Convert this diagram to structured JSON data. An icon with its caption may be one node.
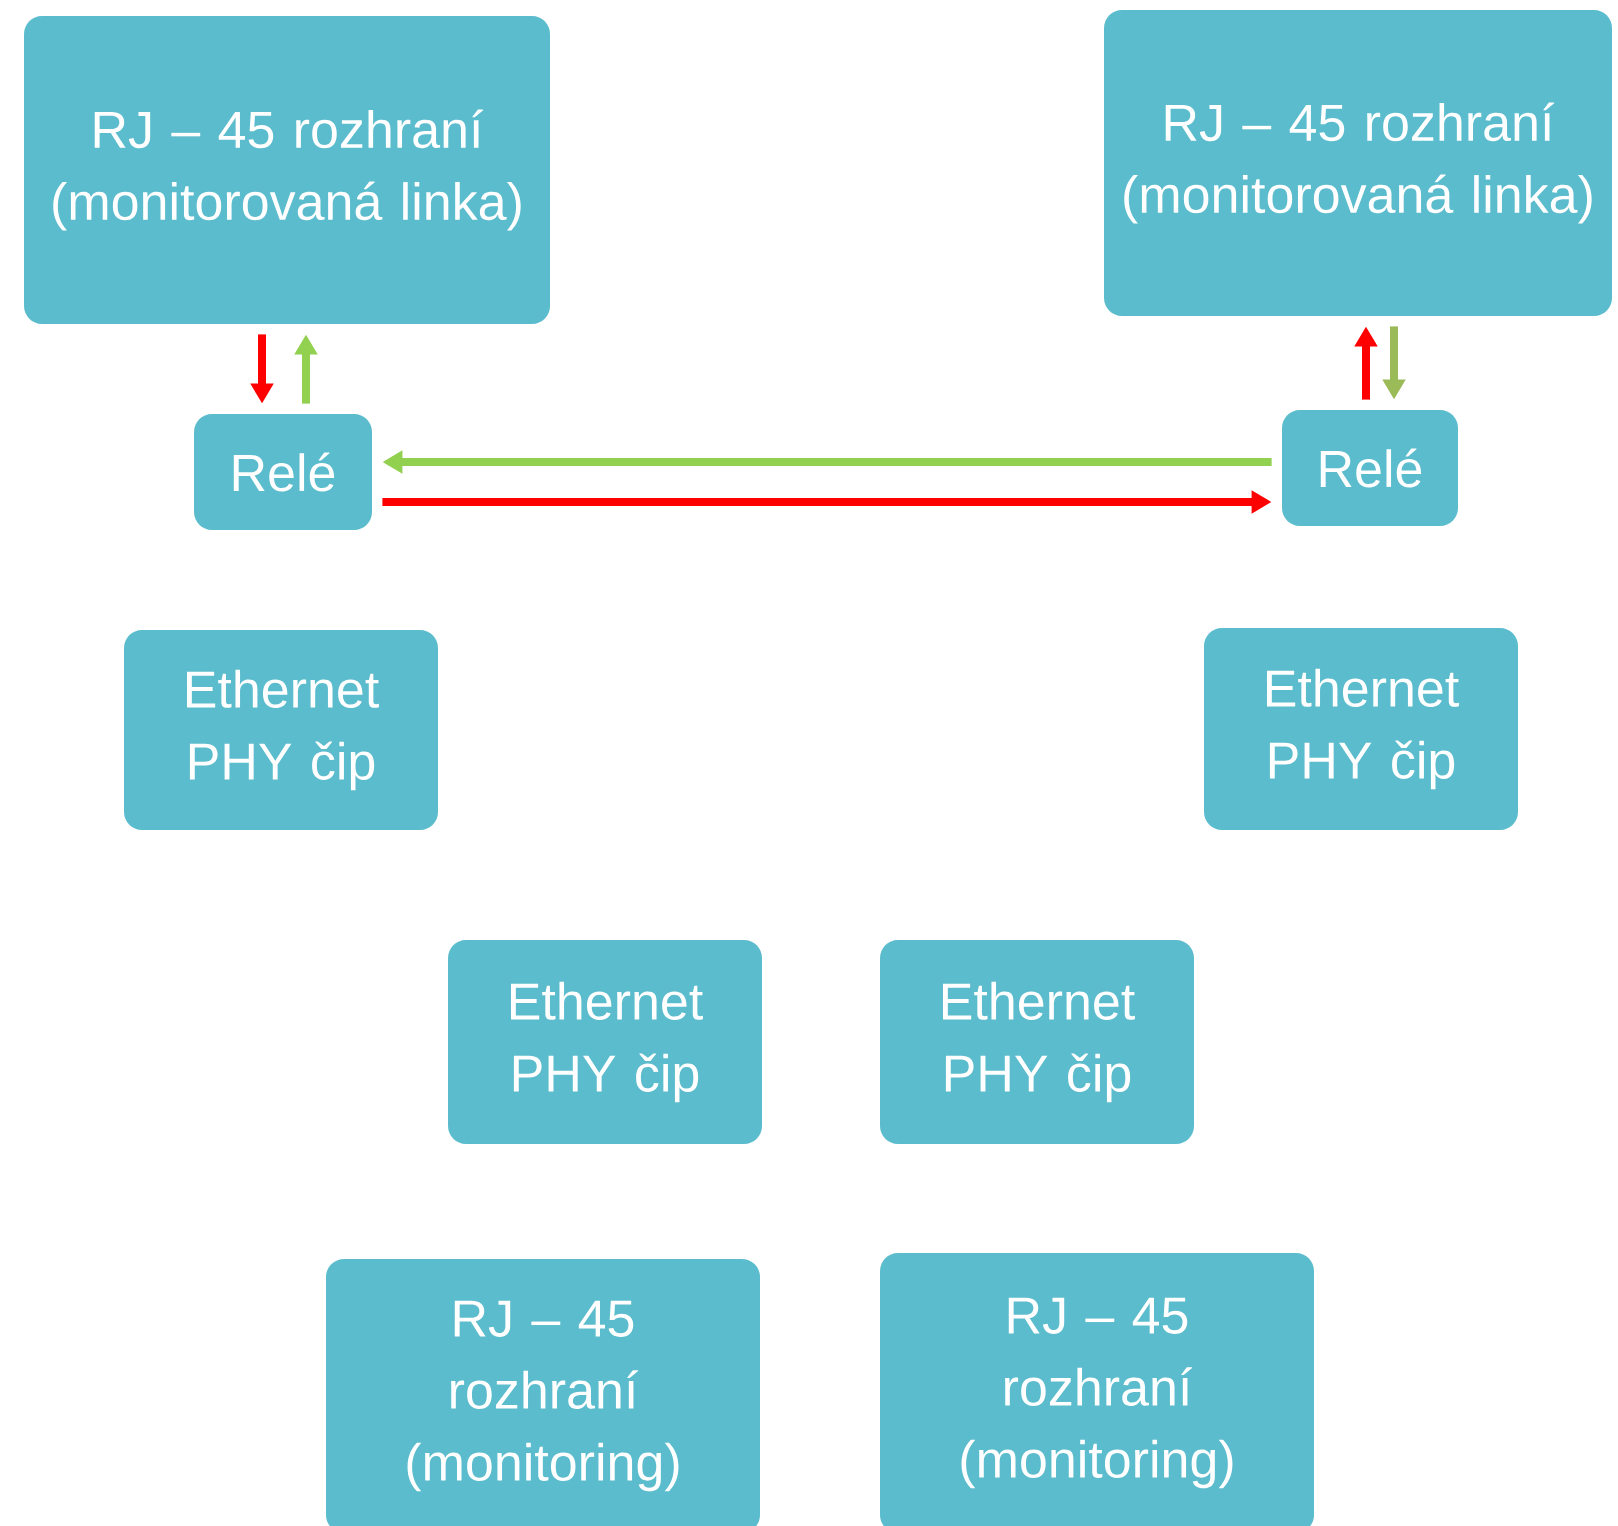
{
  "diagram": {
    "nodes": [
      {
        "text": [
          "RJ – 45 rozhraní (monitorovaná linka)"
        ]
      },
      {
        "text": [
          "RJ – 45 rozhraní (monitorovaná linka)"
        ]
      },
      {
        "text": [
          "Relé"
        ]
      },
      {
        "text": [
          "Relé"
        ]
      },
      {
        "text": [
          "Ethernet PHY čip"
        ]
      },
      {
        "text": [
          "Ethernet PHY čip"
        ]
      },
      {
        "text": [
          "Ethernet PHY čip"
        ]
      },
      {
        "text": [
          "Ethernet PHY čip"
        ]
      },
      {
        "text": [
          "RJ – 45 rozhraní (monitoring)"
        ]
      },
      {
        "text": [
          "RJ – 45 rozhraní (monitoring)"
        ]
      }
    ],
    "edges": [
      {
        "from": 0,
        "to": 2,
        "arrow": "to",
        "color": "#ff0000"
      },
      {
        "from": 2,
        "to": 0,
        "arrow": "to",
        "color": "#92d050"
      },
      {
        "from": 3,
        "to": 1,
        "arrow": "to",
        "color": "#ff0000"
      },
      {
        "from": 1,
        "to": 3,
        "arrow": "to",
        "color": "#9bbb59"
      },
      {
        "from": 3,
        "to": 2,
        "arrow": "to",
        "color": "#92d050"
      },
      {
        "from": 2,
        "to": 3,
        "arrow": "to",
        "color": "#ff0000"
      }
    ]
  }
}
